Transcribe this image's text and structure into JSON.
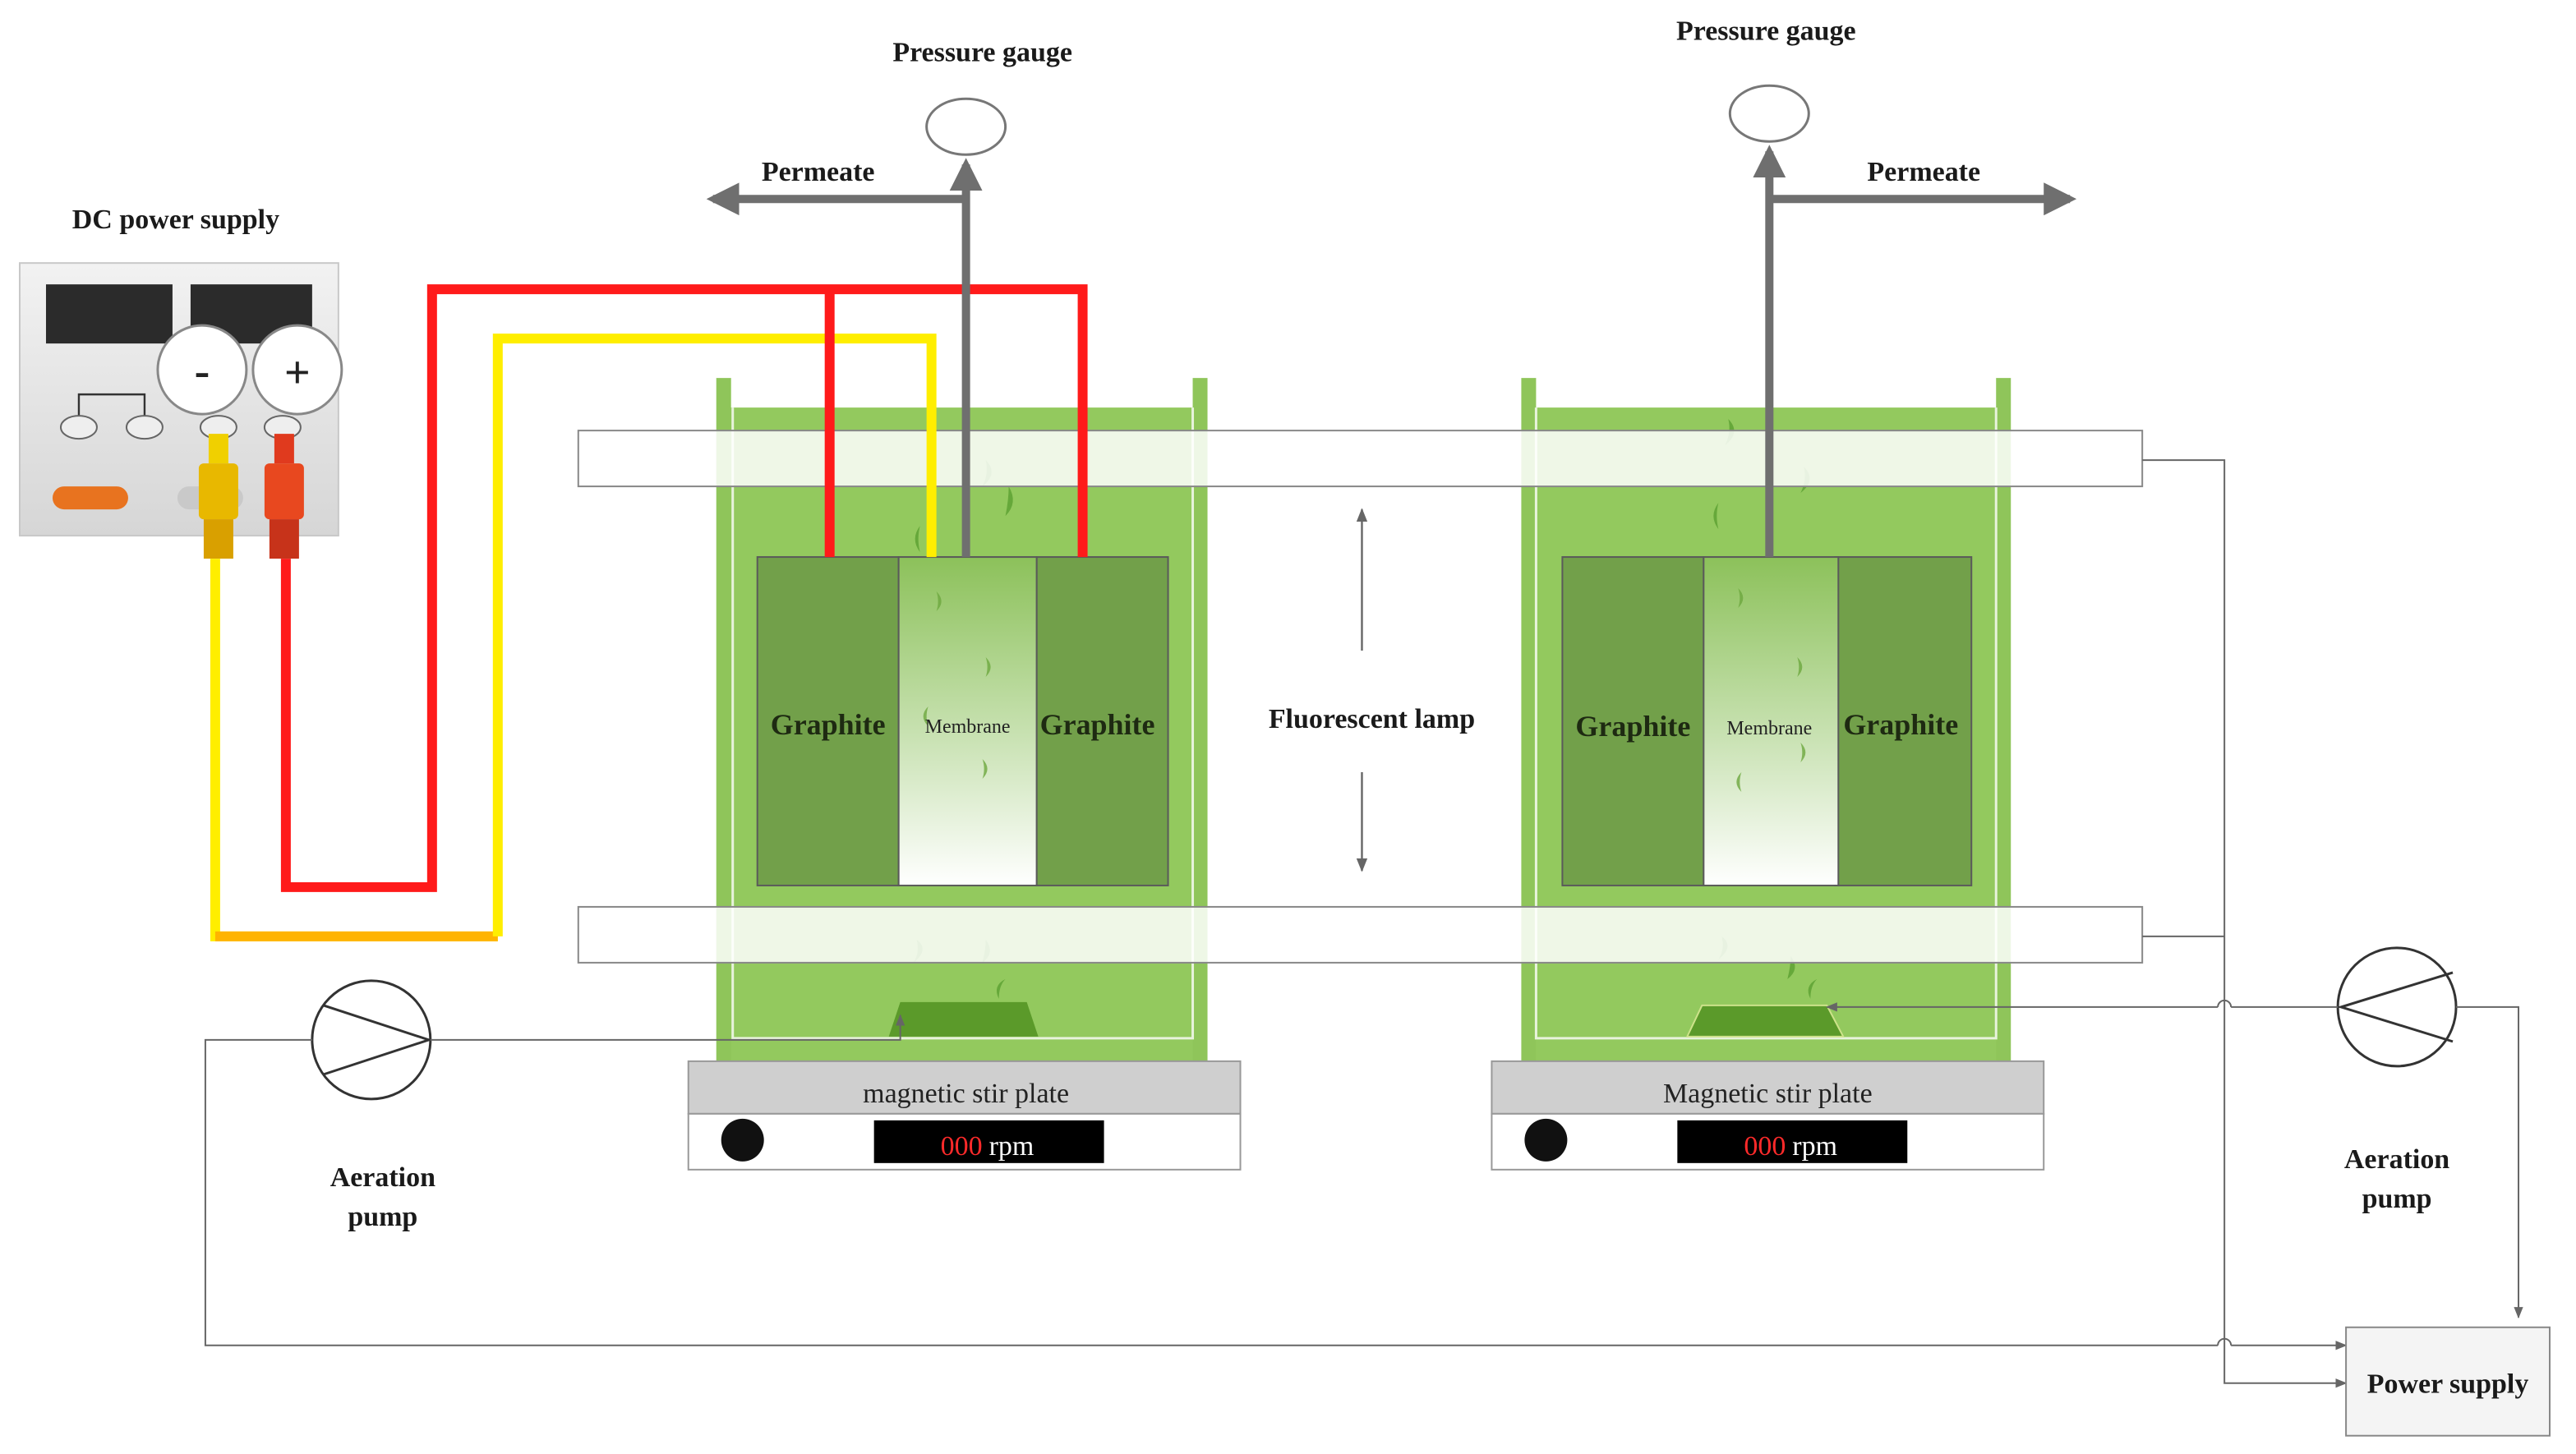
{
  "labels": {
    "dc_power_supply": "DC power supply",
    "minus": "-",
    "plus": "+",
    "pressure_gauge_left": "Pressure gauge",
    "pressure_gauge_right": "Pressure gauge",
    "permeate_left": "Permeate",
    "permeate_right": "Permeate",
    "fluorescent_lamp": "Fluorescent lamp",
    "aeration_pump_left": [
      "Aeration",
      "pump"
    ],
    "aeration_pump_right": [
      "Aeration",
      "pump"
    ],
    "power_supply": "Power supply"
  },
  "reactor_left": {
    "graphite_left": "Graphite",
    "membrane": "Membrane",
    "graphite_right": "Graphite",
    "stir_plate": "magnetic stir plate",
    "rpm_value": "000",
    "rpm_unit": "rpm"
  },
  "reactor_right": {
    "graphite_left": "Graphite",
    "membrane": "Membrane",
    "graphite_right": "Graphite",
    "stir_plate": "Magnetic stir plate",
    "rpm_value": "000",
    "rpm_unit": "rpm"
  },
  "colors": {
    "liquid": "#93c95e",
    "graphite": "#72a04a",
    "red_wire": "#ff1a1a",
    "yellow_wire": "#ffee00",
    "orange_wire": "#ffb400",
    "tube": "#6f6f6f",
    "rpm_display": "#000000",
    "rpm_digits": "#ff2a2a"
  }
}
